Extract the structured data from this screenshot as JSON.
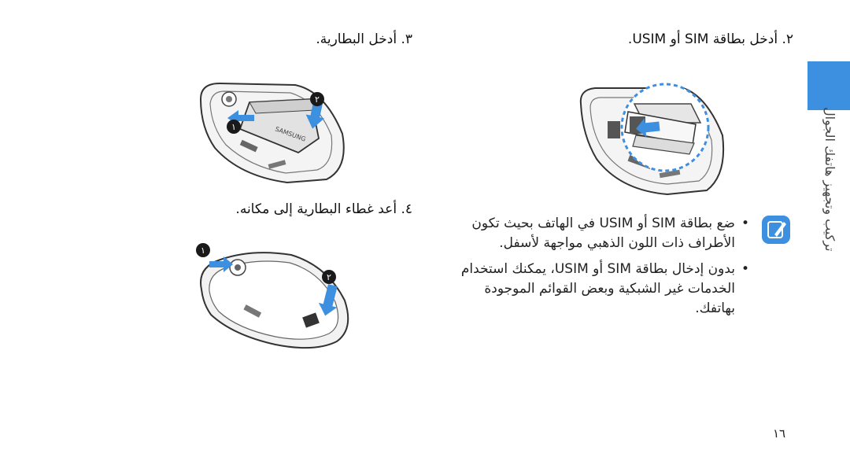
{
  "sidebar": {
    "title": "تركيب وتجهيز هاتفك الجوال"
  },
  "steps": {
    "step2": "٢.  أدخل بطاقة SIM أو USIM.",
    "step3": "٣.  أدخل البطارية.",
    "step4": "٤.  أعد غطاء البطارية إلى مكانه."
  },
  "notes": [
    "ضع بطاقة SIM أو USIM في الهاتف بحيث تكون الأطراف ذات اللون الذهبي مواجهة لأسفل.",
    "بدون إدخال بطاقة SIM أو USIM، يمكنك استخدام الخدمات غير الشبكية وبعض القوائم الموجودة بهاتفك."
  ],
  "note_bullet": "•",
  "callouts": {
    "one": "١",
    "two": "٢"
  },
  "battery_brand": "SAMSUNG",
  "page_number": "١٦",
  "colors": {
    "accent": "#3d8fe0",
    "arrow": "#3d8fe0",
    "callout": "#1a1a1a"
  }
}
